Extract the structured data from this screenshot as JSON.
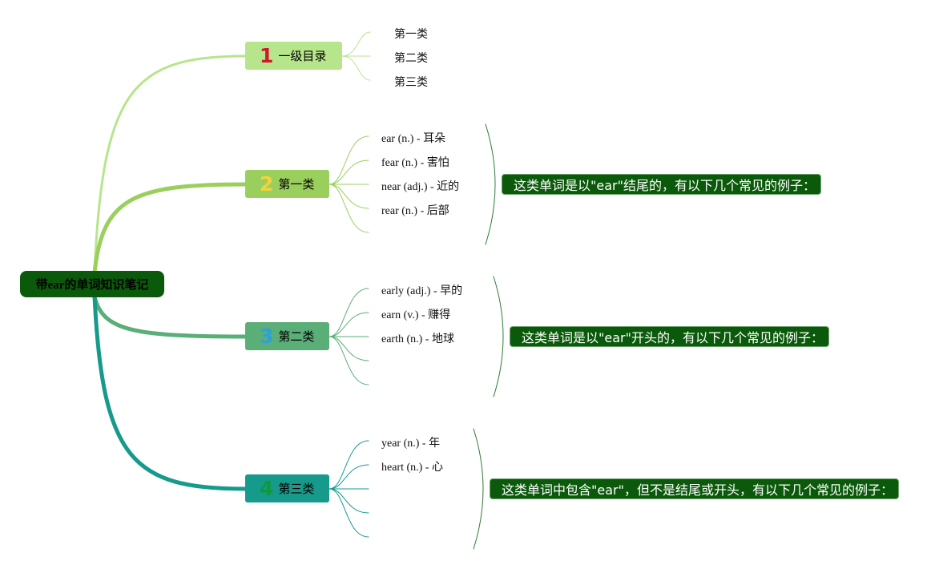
{
  "root": {
    "label": "带ear的单词知识笔记",
    "color": "#0b5a0b"
  },
  "branches": [
    {
      "number": "1",
      "label": "一级目录",
      "fill": "#b7e58c",
      "number_color": "#d0192b",
      "line_color": "#b7e58c",
      "leaves": [
        "第一类",
        "第二类",
        "第三类"
      ],
      "note": ""
    },
    {
      "number": "2",
      "label": "第一类",
      "fill": "#9bcf5d",
      "number_color": "#f5d23a",
      "line_color": "#9bcf5d",
      "leaves": [
        "ear (n.) - 耳朵",
        "fear (n.) - 害怕",
        "near (adj.) - 近的",
        "rear (n.) - 后部",
        ""
      ],
      "note": "这类单词是以\"ear\"结尾的，有以下几个常见的例子："
    },
    {
      "number": "3",
      "label": "第二类",
      "fill": "#5aae77",
      "number_color": "#2f9fd8",
      "line_color": "#5aae77",
      "leaves": [
        "early (adj.) - 早的",
        "earn (v.) - 赚得",
        "earth (n.) - 地球",
        "",
        ""
      ],
      "note": "这类单词是以\"ear\"开头的，有以下几个常见的例子："
    },
    {
      "number": "4",
      "label": "第三类",
      "fill": "#159a8c",
      "number_color": "#0d9a3a",
      "line_color": "#159a8c",
      "leaves": [
        "year (n.) - 年",
        "heart (n.) - 心",
        "",
        "",
        ""
      ],
      "note": "这类单词中包含\"ear\"，但不是结尾或开头，有以下几个常见的例子："
    }
  ]
}
